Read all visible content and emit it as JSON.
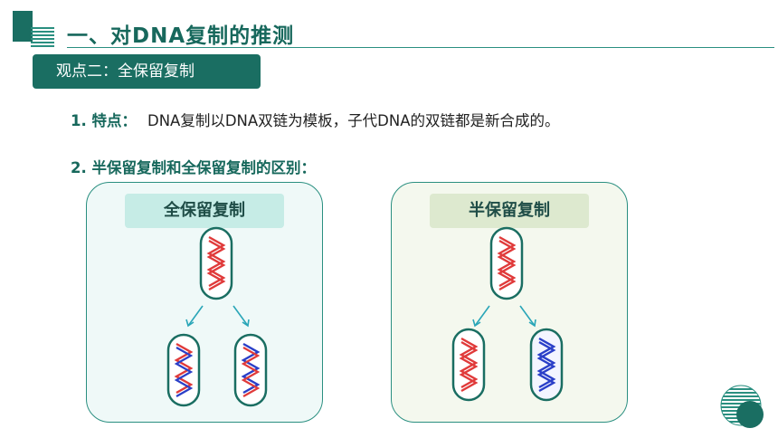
{
  "header": {
    "title": "一、对DNA复制的推测"
  },
  "section_tag": "观点二：全保留复制",
  "point1": {
    "label": "1. 特点：",
    "text": "DNA复制以DNA双链为模板，子代DNA的双链都是新合成的。"
  },
  "point2": {
    "label": "2. 半保留复制和全保留复制的区别："
  },
  "panels": {
    "conservative": {
      "label": "全保留复制"
    },
    "semiconservative": {
      "label": "半保留复制"
    }
  },
  "colors": {
    "brand_dark": "#1a6e62",
    "strand_old": "#e03a3a",
    "strand_new": "#2a3fc8",
    "arrow": "#2aa6b8"
  }
}
